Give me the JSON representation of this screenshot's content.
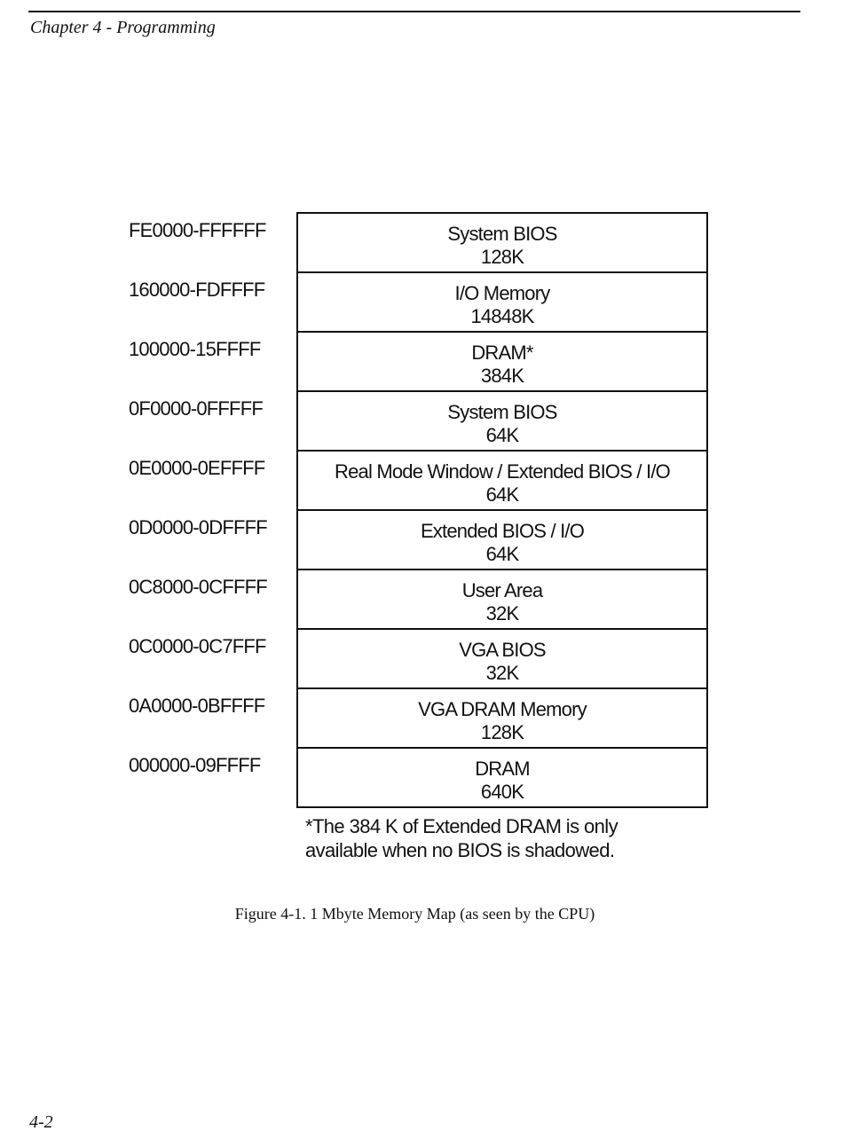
{
  "header": {
    "running_head": "Chapter 4 - Programming"
  },
  "memory_map": {
    "regions": [
      {
        "address": "FE0000-FFFFFF",
        "name": "System BIOS",
        "size": "128K"
      },
      {
        "address": "160000-FDFFFF",
        "name": "I/O Memory",
        "size": "14848K"
      },
      {
        "address": "100000-15FFFF",
        "name": "DRAM*",
        "size": "384K"
      },
      {
        "address": "0F0000-0FFFFF",
        "name": "System BIOS",
        "size": "64K"
      },
      {
        "address": "0E0000-0EFFFF",
        "name": "Real Mode Window / Extended BIOS / I/O",
        "size": "64K"
      },
      {
        "address": "0D0000-0DFFFF",
        "name": "Extended BIOS / I/O",
        "size": "64K"
      },
      {
        "address": "0C8000-0CFFFF",
        "name": "User Area",
        "size": "32K"
      },
      {
        "address": "0C0000-0C7FFF",
        "name": "VGA BIOS",
        "size": "32K"
      },
      {
        "address": "0A0000-0BFFFF",
        "name": "VGA DRAM Memory",
        "size": "128K"
      },
      {
        "address": "000000-09FFFF",
        "name": "DRAM",
        "size": "640K"
      }
    ],
    "footnote_line1": "*The 384 K of Extended DRAM is only",
    "footnote_line2": "available when no BIOS is shadowed."
  },
  "caption": "Figure 4-1. 1 Mbyte Memory Map (as seen by the CPU)",
  "footer": {
    "page_number": "4-2"
  }
}
